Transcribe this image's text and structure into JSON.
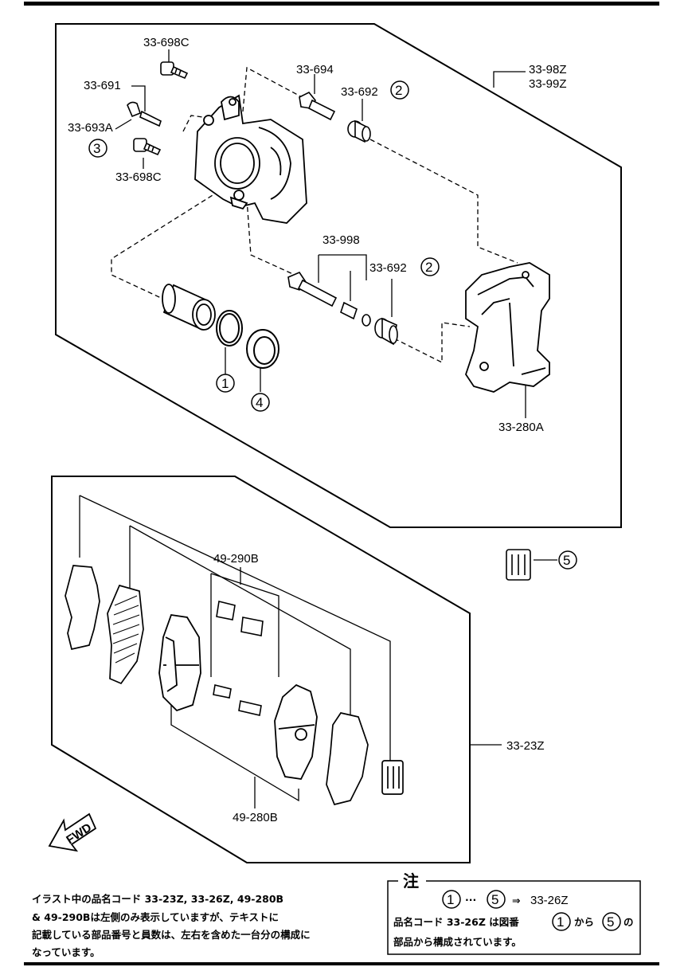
{
  "labels": {
    "bolt_top": "33-698C",
    "bolt_bottom": "33-698C",
    "bleeder": "33-691",
    "bleeder_cap": "33-693A",
    "guide_pin_upper": "33-694",
    "boot_upper": "33-692",
    "caliper_assy_1": "33-98Z",
    "caliper_assy_2": "33-99Z",
    "guide_pin_lower": "33-998",
    "boot_lower": "33-692",
    "bracket": "33-280A",
    "shim_kit": "49-290B",
    "pad_set": "33-23Z",
    "pad": "49-280B"
  },
  "callouts": {
    "c1": "1",
    "c2a": "2",
    "c2b": "2",
    "c3": "3",
    "c4": "4",
    "c5": "5"
  },
  "fwd": "FWD",
  "note_left": {
    "line1": "イラスト中の品名コード  33-23Z, 33-26Z, 49-280B",
    "line2": "& 49-290Bは左側のみ表示していますが、テキストに",
    "line3": "記載している部品番号と員数は、左右を含めた一台分の構成に",
    "line4": "なっています。"
  },
  "note_box": {
    "title": "注",
    "range_from": "1",
    "range_dots": "···",
    "range_to": "5",
    "arrow": "⇒",
    "range_code": "33-26Z",
    "line2_a": "品名コード  33-26Z  は図番",
    "line2_c1": "1",
    "line2_b": "から",
    "line2_c2": "5",
    "line2_c": "の",
    "line3": "部品から構成されています。"
  }
}
